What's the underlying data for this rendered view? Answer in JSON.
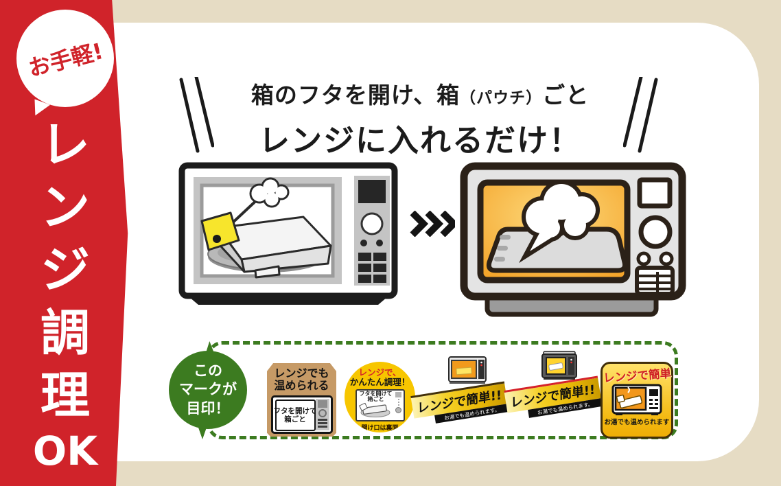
{
  "colors": {
    "background_beige": "#e6dcc4",
    "card_white": "#ffffff",
    "sidebar_red": "#d0232a",
    "marker_green": "#3c7b20",
    "dashed_border_green": "#3c7b20",
    "badge_circle_yellow": "#f7c600",
    "badge_carton_tan": "#c69a66",
    "banner_gold": "#f4cf24",
    "microwave_glow_orange": "#f4a42a",
    "ink_black": "#1b1b1b"
  },
  "sidebar": {
    "bubble": "お手軽!",
    "vertical": [
      "レ",
      "ン",
      "ジ",
      "調",
      "理",
      "OK"
    ]
  },
  "heading": {
    "line1_prefix": "箱のフタを開け、箱",
    "line1_paren": "（パウチ）",
    "line1_suffix": "ごと",
    "line2": "レンジに入れるだけ！"
  },
  "marker": {
    "lines": [
      "この",
      "マークが",
      "目印！"
    ]
  },
  "badges": {
    "heatable": {
      "title1": "レンジでも",
      "title2": "温められる",
      "door1": "フタを開けて",
      "door2": "箱ごと"
    },
    "easycook": {
      "title1": "レンジで、",
      "title2": "かんたん調理！",
      "door1": "フタを開けて",
      "door2": "箱ごと",
      "note": "開け口は裏面"
    },
    "banner_a": {
      "label": "レンジで簡単!!",
      "note": "お湯でも温められます。"
    },
    "banner_b": {
      "label": "レンジで簡単!!",
      "note": "お湯でも温められます。"
    },
    "simple": {
      "label": "レンジで簡単",
      "note": "お湯でも温められます"
    }
  }
}
